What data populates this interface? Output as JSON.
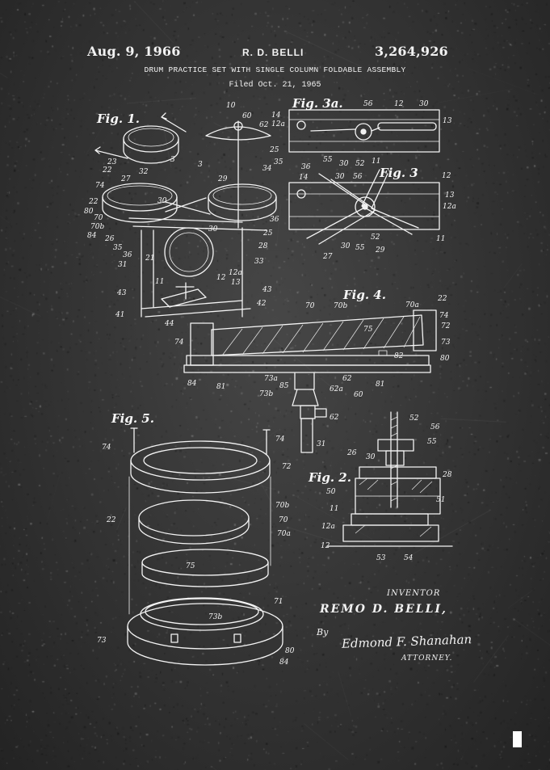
{
  "header": {
    "date": "Aug. 9, 1966",
    "inventor_short": "R. D. BELLI",
    "patent_number": "3,264,926",
    "title": "DRUM PRACTICE SET WITH SINGLE COLUMN FOLDABLE ASSEMBLY",
    "filed": "Filed Oct. 21, 1965"
  },
  "figures": {
    "fig1": "Fig. 1.",
    "fig3a": "Fig. 3a.",
    "fig3": "Fig. 3",
    "fig4": "Fig. 4.",
    "fig5": "Fig. 5.",
    "fig2": "Fig. 2."
  },
  "signature": {
    "inventor_label": "INVENTOR",
    "inventor_name": "REMO D. BELLI,",
    "by": "By",
    "attorney_signature": "Edmond F. Shanahan",
    "attorney_label": "ATTORNEY."
  },
  "colors": {
    "ink": "#f4f4f4",
    "paper": "#3a3a3a"
  }
}
